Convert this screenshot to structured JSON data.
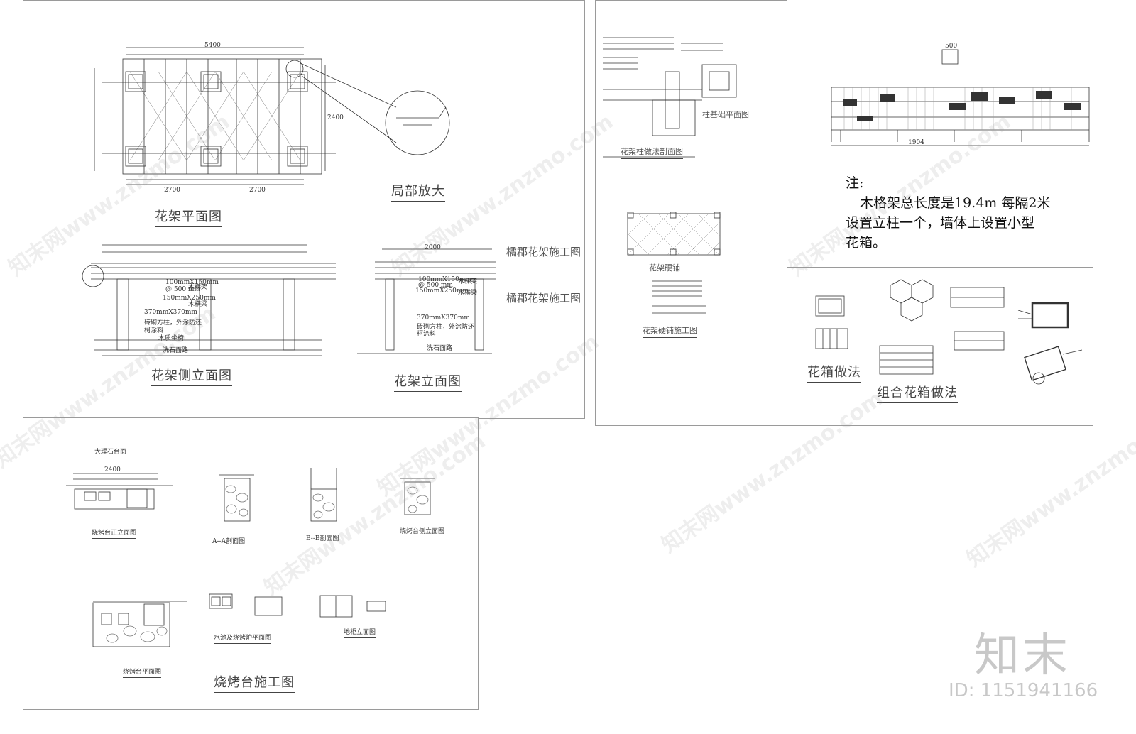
{
  "sheet1": {
    "plan_title": "花架平面图",
    "detail_title": "局部放大",
    "side_elev_title": "花架侧立面图",
    "front_elev_title": "花架立面图",
    "project_label_1": "橘郡花架施工图",
    "project_label_2": "橘郡花架施工图",
    "dim_total": "5400",
    "dim_half_left": "2700",
    "dim_half_right": "2700",
    "dim_depth": "2400",
    "beam_small": "100mmX150mm",
    "beam_small_spacing": "@ 500 mm",
    "beam_large": "150mmX250mm",
    "beam_small_name": "木梯架",
    "beam_large_name": "木横梁",
    "column_spec": "370mmX370mm",
    "column_note_1": "砖砌方柱，外涂防还",
    "column_note_2": "柯涂料",
    "bench_note": "木质坐椅",
    "paving_note": "洗石面路",
    "front_dim": "2000"
  },
  "sheet2": {
    "footing_section_title": "花架柱做法剖面图",
    "footing_plan_title": "柱基础平面图",
    "paving_title": "花架硬铺",
    "paving_detail_title": "花架硬铺施工图"
  },
  "sheet3": {
    "note_label": "注:",
    "note_line1": "木格架总长度是19.4m 每隔2米",
    "note_line2": "设置立柱一个，墙体上设置小型",
    "note_line3": "花箱。",
    "top_dim": "500",
    "length_dim": "1904"
  },
  "sheet4": {
    "planter_title": "花箱做法",
    "combo_planter_title": "组合花箱做法"
  },
  "sheet5": {
    "marble_label": "大理石台面",
    "front_elev": "烧烤台正立面图",
    "section_aa": "A--A剖面图",
    "section_bb": "B--B剖面图",
    "side_elev": "烧烤台侧立面图",
    "plan": "烧烤台平面图",
    "sink_plan": "水池及烧烤炉平面图",
    "cabinet_elev": "地柜立面图",
    "sheet_title": "烧烤台施工图",
    "dim_2400": "2400"
  },
  "branding": {
    "logo_text": "知末",
    "id_text": "ID: 1151941166",
    "watermark_text": "知末网www.znzmo.com"
  }
}
